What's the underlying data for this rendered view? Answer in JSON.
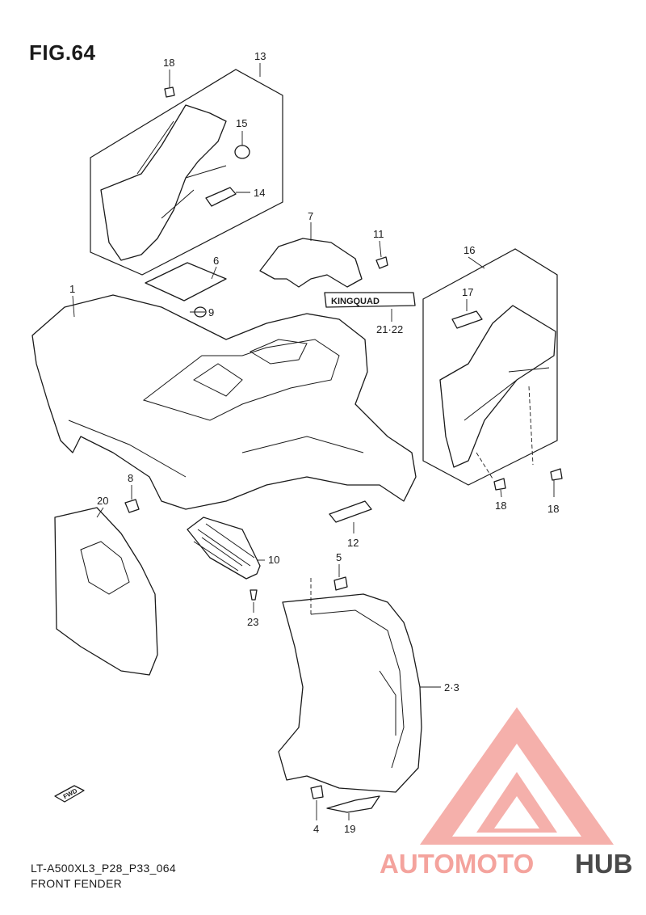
{
  "figure": {
    "title": "FIG.64"
  },
  "footer": {
    "code": "LT-A500XL3_P28_P33_064",
    "name": "FRONT FENDER"
  },
  "callouts": [
    {
      "id": "c18a",
      "label": "18"
    },
    {
      "id": "c13",
      "label": "13"
    },
    {
      "id": "c15",
      "label": "15"
    },
    {
      "id": "c14",
      "label": "14"
    },
    {
      "id": "c7",
      "label": "7"
    },
    {
      "id": "c11",
      "label": "11"
    },
    {
      "id": "c6",
      "label": "6"
    },
    {
      "id": "c16",
      "label": "16"
    },
    {
      "id": "c17",
      "label": "17"
    },
    {
      "id": "c1",
      "label": "1"
    },
    {
      "id": "c9",
      "label": "9"
    },
    {
      "id": "c2122",
      "label": "21·22"
    },
    {
      "id": "c8",
      "label": "8"
    },
    {
      "id": "c20",
      "label": "20"
    },
    {
      "id": "c18b",
      "label": "18"
    },
    {
      "id": "c18c",
      "label": "18"
    },
    {
      "id": "c12",
      "label": "12"
    },
    {
      "id": "c5",
      "label": "5"
    },
    {
      "id": "c10",
      "label": "10"
    },
    {
      "id": "c23",
      "label": "23"
    },
    {
      "id": "c23b",
      "label": "2·3"
    },
    {
      "id": "c4",
      "label": "4"
    },
    {
      "id": "c19",
      "label": "19"
    }
  ],
  "emblem": {
    "text": "KINGQUAD"
  },
  "fwd_marker": {
    "text": "FWD"
  },
  "watermark": {
    "text_left": "AUTOMOTO",
    "text_right": "HUB",
    "color_primary": "#f4a39d",
    "color_secondary": "#f7c97a",
    "color_dark": "#4a4a4a"
  }
}
